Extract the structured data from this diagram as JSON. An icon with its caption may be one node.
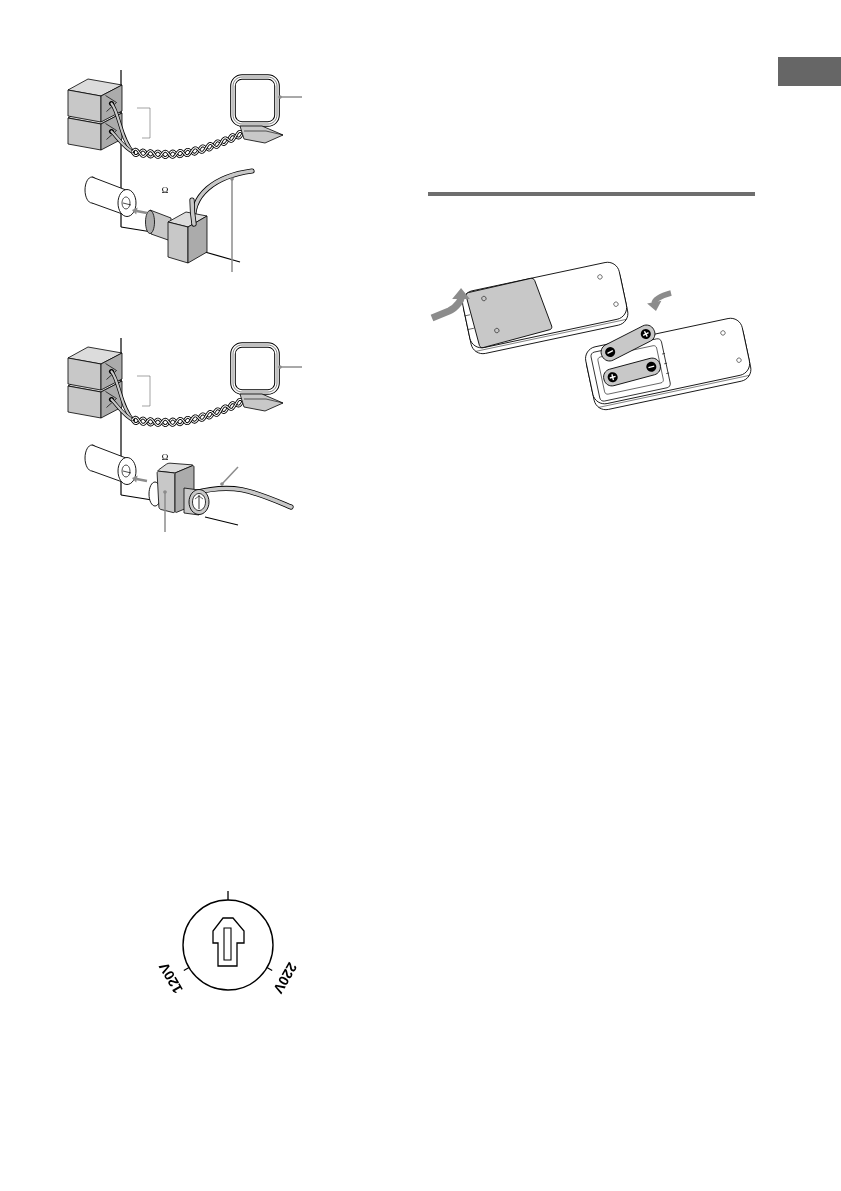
{
  "diagram": {
    "labels": [
      "Ω",
      "Ω",
      "120V",
      "220V"
    ]
  }
}
